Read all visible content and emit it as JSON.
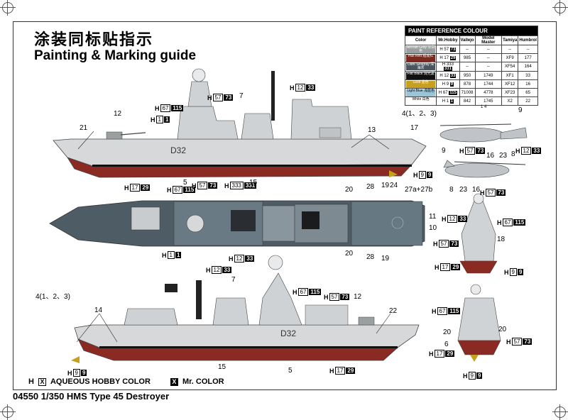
{
  "title_cn": "涂装同标贴指示",
  "title_en": "Painting & Marking guide",
  "footer": "04550  1/350 HMS Type 45 Destroyer",
  "legend": {
    "aqueous": "AQUEOUS HOBBY COLOR",
    "mr": "Mr. COLOR",
    "h_mark": "H",
    "x_mark": "X"
  },
  "hull_number": "D32",
  "paint_table": {
    "title": "PAINT  REFERENCE COLOUR",
    "headers": [
      "Color",
      "Mr.Hobby",
      "Vallejo",
      "Model Master",
      "Tamiya",
      "Humbrol"
    ],
    "rows": [
      {
        "color": "Aircraft Gray 灰白色",
        "swatch": "#9aa0a0",
        "h": "57",
        "mr": "73",
        "vallejo": "--",
        "mm": "--",
        "tamiya": "--",
        "humbrol": "--"
      },
      {
        "color": "Hull Red 船底红",
        "swatch": "#7a2a1e",
        "h": "17",
        "mr": "29",
        "vallejo": "985",
        "mm": "--",
        "tamiya": "XF9",
        "humbrol": "177"
      },
      {
        "color": "Dark Seagray 深海灰",
        "swatch": "#4b5560",
        "h": "333",
        "mr": "331",
        "vallejo": "--",
        "mm": "--",
        "tamiya": "XF54",
        "humbrol": "164"
      },
      {
        "color": "Flat Black 消光黑",
        "swatch": "#111111",
        "h": "12",
        "mr": "33",
        "vallejo": "950",
        "mm": "1749",
        "tamiya": "XF1",
        "humbrol": "33"
      },
      {
        "color": "Gold 金色",
        "swatch": "#c8a020",
        "h": "9",
        "mr": "9",
        "vallejo": "878",
        "mm": "1744",
        "tamiya": "XF12",
        "humbrol": "16"
      },
      {
        "color": "Light Blue 浅蓝色",
        "swatch": "#9cc4d8",
        "h": "67",
        "mr": "115",
        "vallejo": "71008",
        "mm": "4778",
        "tamiya": "XF23",
        "humbrol": "65"
      },
      {
        "color": "White 白色",
        "swatch": "#ffffff",
        "h": "1",
        "mr": "1",
        "vallejo": "842",
        "mm": "1745",
        "tamiya": "X2",
        "humbrol": "22"
      }
    ],
    "note": "1  4"
  },
  "codes": [
    {
      "h": "57",
      "m": "73"
    },
    {
      "h": "67",
      "m": "115"
    },
    {
      "h": "1",
      "m": "1"
    },
    {
      "h": "12",
      "m": "33"
    },
    {
      "h": "17",
      "m": "29"
    },
    {
      "h": "9",
      "m": "9"
    },
    {
      "h": "333",
      "m": "331"
    }
  ],
  "callouts": [
    "7",
    "12",
    "21",
    "5",
    "15",
    "13",
    "17",
    "4(1、2、3)",
    "9",
    "16",
    "23",
    "8",
    "20",
    "28",
    "19",
    "24",
    "27a+27b",
    "11",
    "10",
    "18",
    "14",
    "22",
    "6"
  ]
}
